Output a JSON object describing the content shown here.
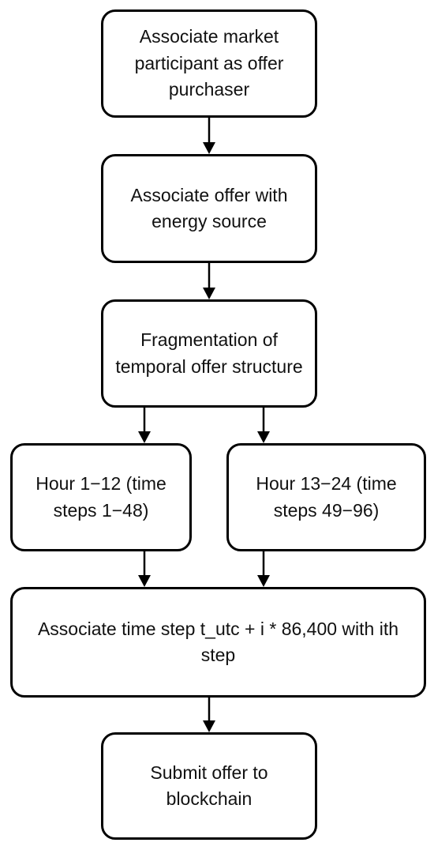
{
  "flowchart": {
    "nodes": [
      {
        "id": "associate-participant",
        "text": "Associate market participant as offer purchaser"
      },
      {
        "id": "associate-source",
        "text": "Associate offer with energy source"
      },
      {
        "id": "fragmentation",
        "text": "Fragmentation of temporal offer structure"
      },
      {
        "id": "hours-1-12",
        "text": "Hour 1−12 (time steps 1−48)"
      },
      {
        "id": "hours-13-24",
        "text": "Hour 13−24 (time steps 49−96)"
      },
      {
        "id": "associate-time-step",
        "text": "Associate time step t_utc + i * 86,400 with ith step"
      },
      {
        "id": "submit-offer",
        "text": "Submit offer to blockchain"
      }
    ],
    "edges": [
      {
        "from": "associate-participant",
        "to": "associate-source"
      },
      {
        "from": "associate-source",
        "to": "fragmentation"
      },
      {
        "from": "fragmentation",
        "to": "hours-1-12"
      },
      {
        "from": "fragmentation",
        "to": "hours-13-24"
      },
      {
        "from": "hours-1-12",
        "to": "associate-time-step"
      },
      {
        "from": "hours-13-24",
        "to": "associate-time-step"
      },
      {
        "from": "associate-time-step",
        "to": "submit-offer"
      }
    ]
  }
}
